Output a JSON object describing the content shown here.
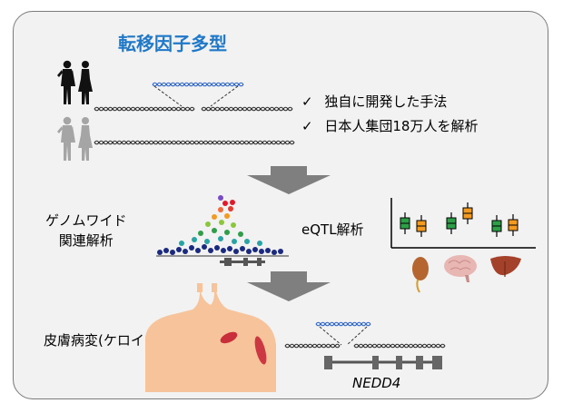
{
  "title": "転移因子多型",
  "features": [
    {
      "check": "✓",
      "text": "独自に開発した手法"
    },
    {
      "check": "✓",
      "text": "日本人集団18万人を解析"
    }
  ],
  "gwas": {
    "line1": "ゲノムワイド",
    "line2": "関連解析"
  },
  "eqtl_label": "eQTL解析",
  "phenotype_label": "皮膚病変(ケロイド)",
  "gene_label": "NEDD4",
  "colors": {
    "title": "#1f78c8",
    "arrow": "#7f7f7f",
    "eqtl_box_green": "#2e9e48",
    "eqtl_box_orange": "#f39a1f",
    "skin": "#f6c39a",
    "lesion": "#c0152a"
  },
  "icons": [
    "human-silhouette-icon",
    "dna-helix-icon",
    "down-arrow-icon",
    "kidney-icon",
    "brain-icon",
    "liver-icon",
    "body-outline-icon"
  ]
}
